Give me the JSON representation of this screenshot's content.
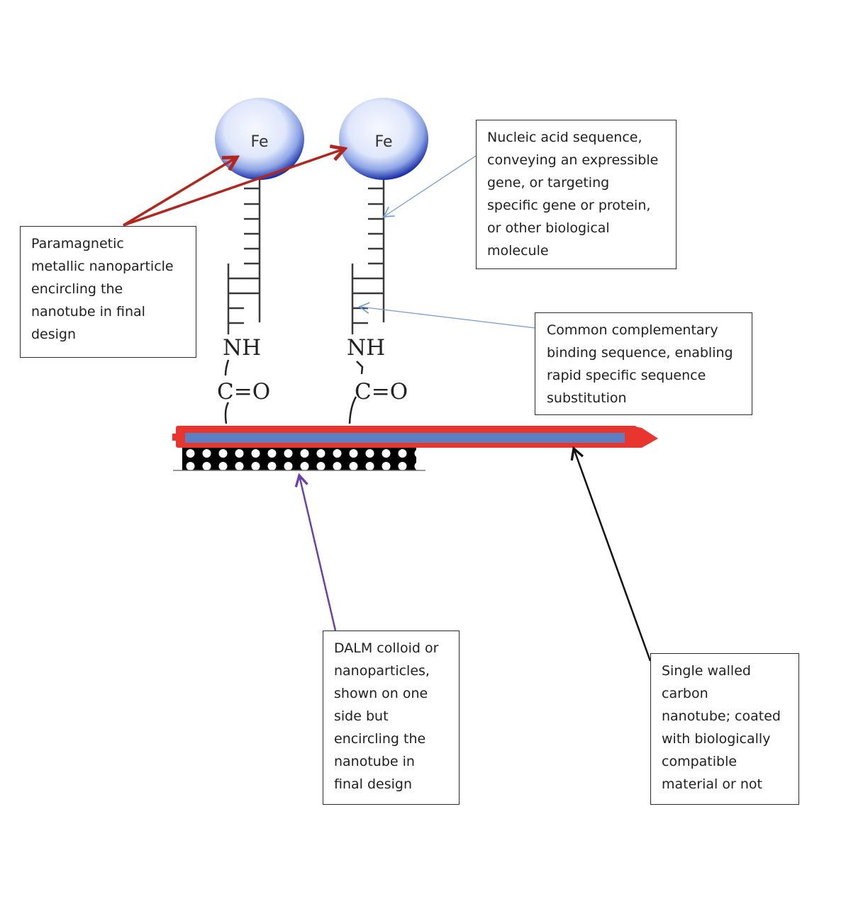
{
  "diagram": {
    "type": "nanotube conjugate schematic",
    "particles": [
      {
        "label": "Fe"
      },
      {
        "label": "Fe"
      }
    ],
    "linkers": [
      {
        "amine": "NH",
        "carbonyl": "C=O"
      },
      {
        "amine": "NH",
        "carbonyl": "C=O"
      }
    ],
    "colors": {
      "nanotube_coating": "#e8362f",
      "nanotube_core": "#5b7fc0",
      "particle_edge": "#1a2fa8",
      "particle_center": "#f4f7ff",
      "arrow_paramagnetic": "#b3261e",
      "arrow_nucleic": "#6f9bd8",
      "arrow_dalm": "#6a3fb0",
      "arrow_swcnt": "#111111",
      "dna_strand": "#3a3a3a"
    }
  },
  "callouts": {
    "paramagnetic": "Paramagnetic\nmetallic nanoparticle\nencircling the\nnanotube in final\ndesign",
    "nucleic_acid": "Nucleic acid sequence,\nconveying an expressible\ngene, or targeting\nspecific gene or protein,\nor other biological\nmolecule",
    "complementary": "Common complementary\nbinding sequence, enabling\nrapid specific sequence\nsubstitution",
    "dalm": "DALM colloid or\nnanoparticles,\nshown on one\nside but\nencircling the\nnanotube in\nfinal design",
    "swcnt": "Single walled\ncarbon\nnanotube; coated\nwith biologically\ncompatible\nmaterial or not"
  }
}
